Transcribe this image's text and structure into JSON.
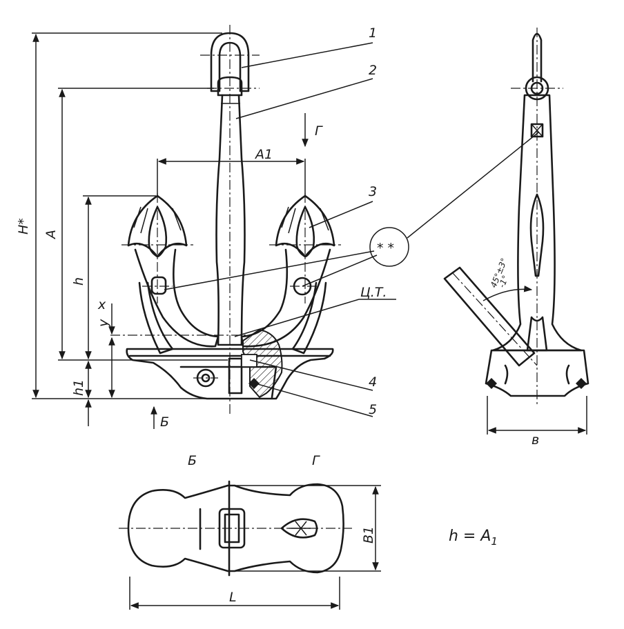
{
  "labels": {
    "callout_1": "1",
    "callout_2": "2",
    "callout_3": "3",
    "callout_4": "4",
    "callout_5": "5",
    "dim_H": "H*",
    "dim_A": "A",
    "dim_A1": "A1",
    "dim_h": "h",
    "dim_h1": "h1",
    "dim_y": "y",
    "dim_x": "x",
    "center_of_gravity": "Ц.Т.",
    "view_G": "Г",
    "view_B": "Б",
    "detail_marks": "* *",
    "angle": "45°±3°",
    "angle_tol": "-1°",
    "dim_v": "в",
    "dim_B1": "B1",
    "dim_L": "L",
    "formula_left": "h = A",
    "formula_sub": "1"
  }
}
